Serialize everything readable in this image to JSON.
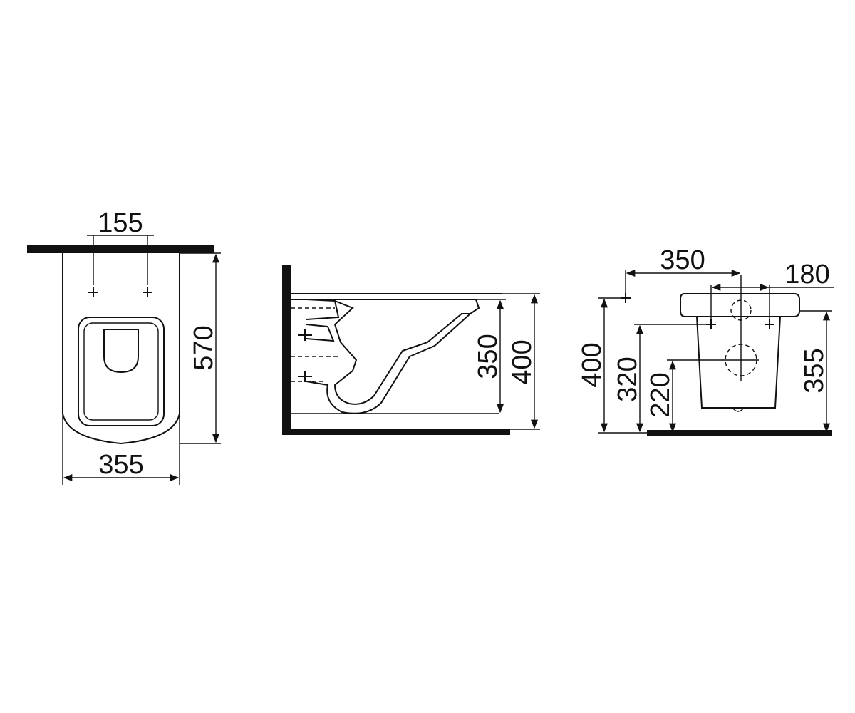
{
  "colors": {
    "line": "#111111",
    "background": "#ffffff"
  },
  "top_view": {
    "fixing_centres": "155",
    "depth": "570",
    "width": "355"
  },
  "side_view": {
    "rim_height": "350",
    "overall_height": "400"
  },
  "rear_view": {
    "depth_to_fixing": "350",
    "fixing_centres": "180",
    "overall_height": "400",
    "fixing_height": "320",
    "waste_height": "220",
    "pan_height": "355"
  }
}
